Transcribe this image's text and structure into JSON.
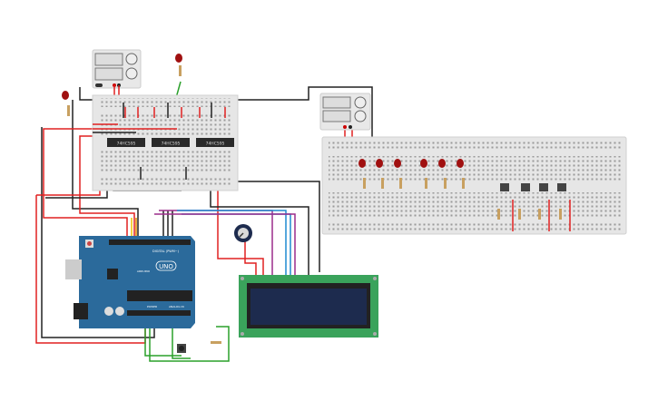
{
  "chips": [
    {
      "label": "74HC595"
    },
    {
      "label": "74HC595"
    },
    {
      "label": "74HC595"
    }
  ],
  "arduino": {
    "logo_text": "ARDUINO",
    "model": "UNO",
    "digital_label": "DIGITAL (PWM~)",
    "power_label": "POWER",
    "analog_label": "ANALOG IN"
  },
  "colors": {
    "arduino_blue": "#2b6a9b",
    "breadboard": "#e6e6e6",
    "lcd_green": "#3aa35b",
    "lcd_screen": "#1d2b4e",
    "wire_red": "#e02020",
    "wire_black": "#222222",
    "wire_green": "#2aa02a"
  }
}
